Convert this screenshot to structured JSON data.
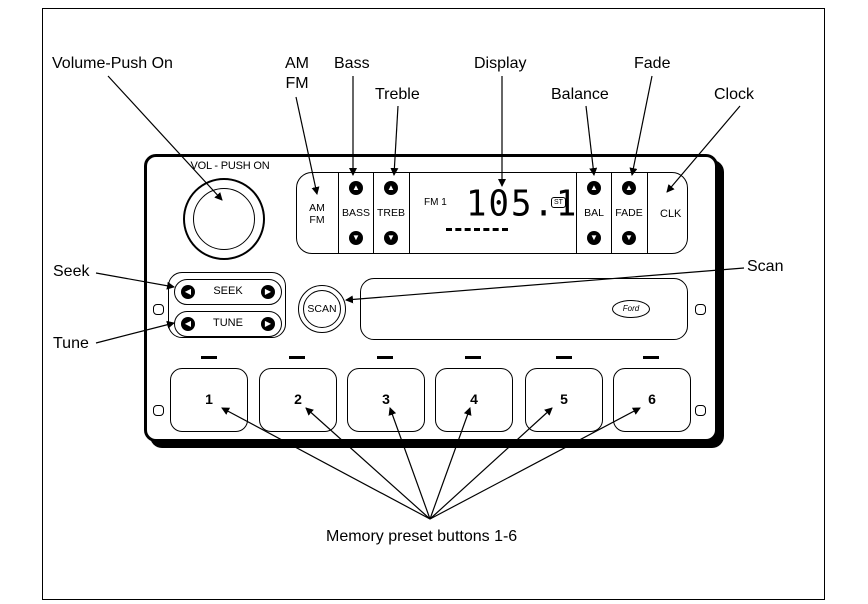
{
  "labels": {
    "volume": "Volume-Push On",
    "am": "AM",
    "fm": "FM",
    "bass": "Bass",
    "treble": "Treble",
    "display": "Display",
    "balance": "Balance",
    "fade": "Fade",
    "clock": "Clock",
    "seek": "Seek",
    "scan": "Scan",
    "tune": "Tune",
    "presets": "Memory preset buttons 1-6"
  },
  "radio": {
    "knob_label": "VOL - PUSH ON",
    "amfm_line1": "AM",
    "amfm_line2": "FM",
    "bass": "BASS",
    "treb": "TREB",
    "band": "FM 1",
    "frequency": "105.1",
    "stereo": "ST",
    "bal": "BAL",
    "fade": "FADE",
    "clk": "CLK",
    "seek": "SEEK",
    "tune": "TUNE",
    "scan": "SCAN",
    "logo": "Ford",
    "presets": [
      "1",
      "2",
      "3",
      "4",
      "5",
      "6"
    ]
  },
  "icons": {
    "up": "triangle-up-icon",
    "down": "triangle-down-icon",
    "left": "triangle-left-icon",
    "right": "triangle-right-icon"
  }
}
